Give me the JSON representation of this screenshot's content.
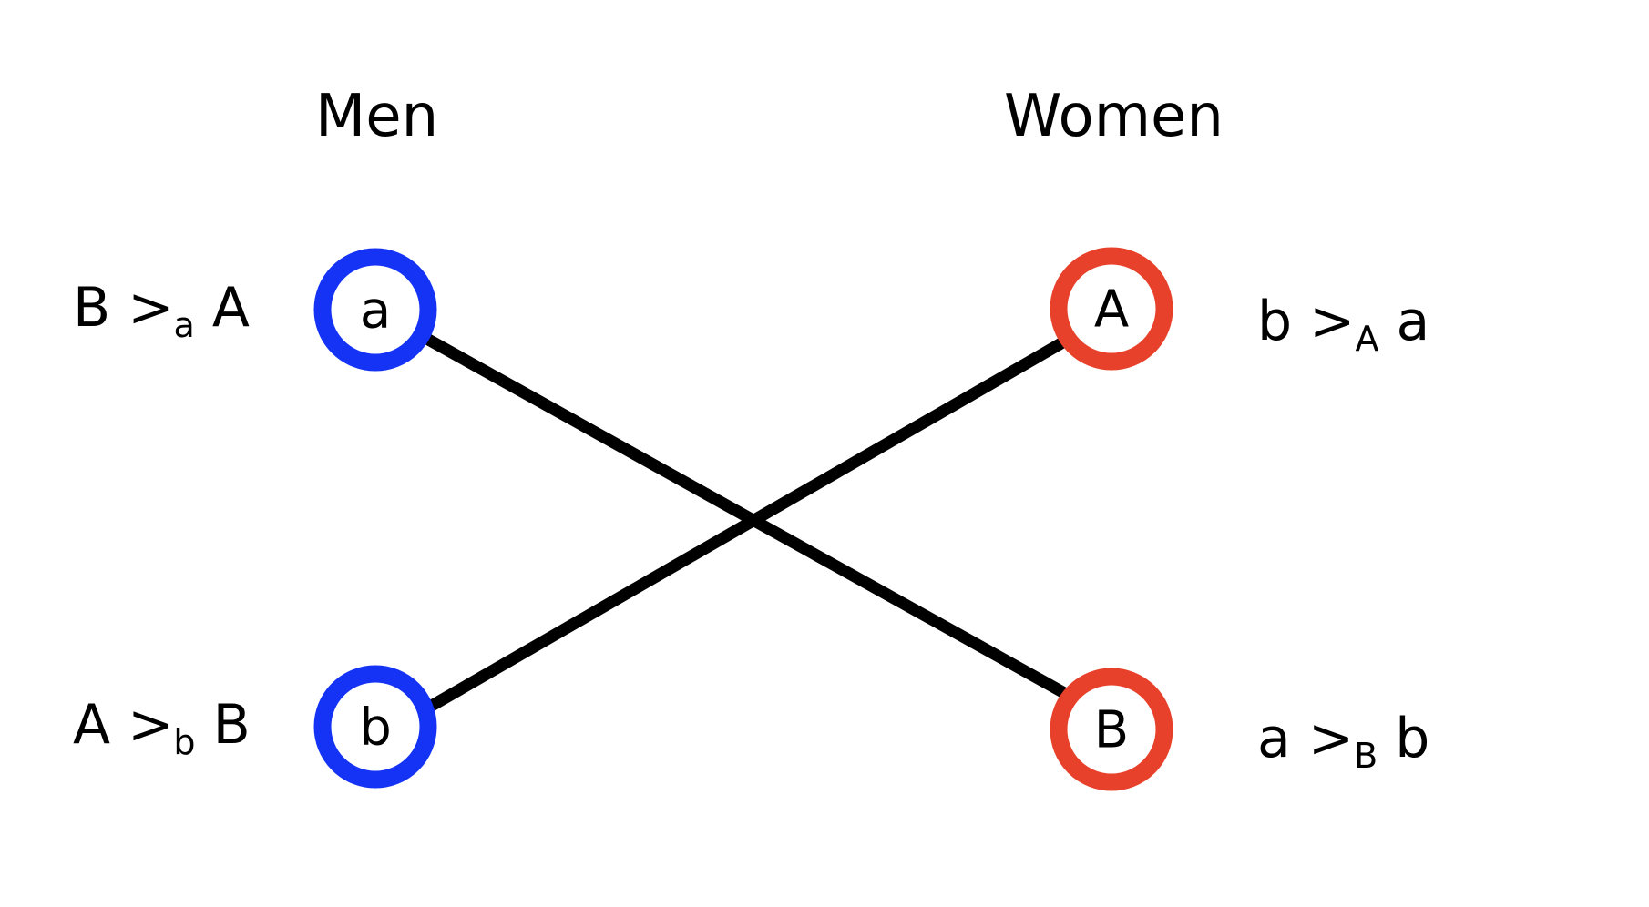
{
  "headings": {
    "men": "Men",
    "women": "Women"
  },
  "colors": {
    "men": "#1433f5",
    "women": "#e8412b",
    "edge": "#000000"
  },
  "nodes": {
    "a": "a",
    "b": "b",
    "A": "A",
    "B": "B"
  },
  "preferences": {
    "a": {
      "first": "B",
      "relation": ">",
      "subscript": "a",
      "second": "A"
    },
    "b": {
      "first": "A",
      "relation": ">",
      "subscript": "b",
      "second": "B"
    },
    "A": {
      "first": "b",
      "relation": ">",
      "subscript": "A",
      "second": "a"
    },
    "B": {
      "first": "a",
      "relation": ">",
      "subscript": "B",
      "second": "b"
    }
  },
  "matching": [
    {
      "man": "a",
      "woman": "B"
    },
    {
      "man": "b",
      "woman": "A"
    }
  ]
}
